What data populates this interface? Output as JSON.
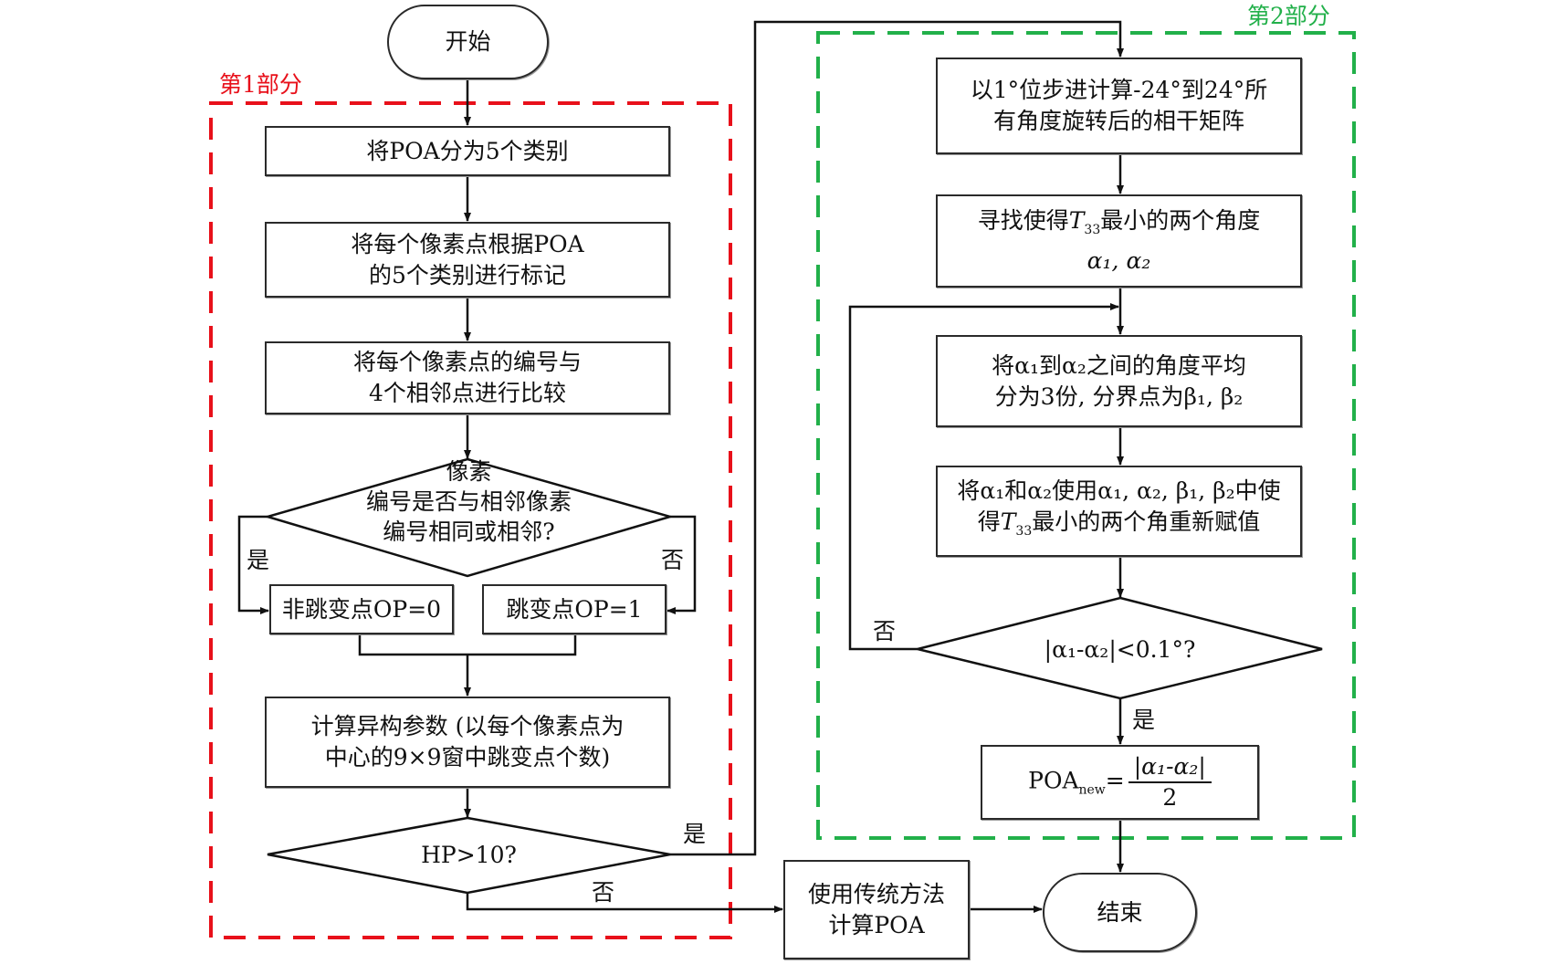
{
  "sections": {
    "part1_label": "第1部分",
    "part2_label": "第2部分",
    "part1_color": "#e8101a",
    "part2_color": "#22b04a"
  },
  "nodes": {
    "start": "开始",
    "end": "结束",
    "classify_poa": "将POA分为5个类别",
    "label_pixels_line1": "将每个像素点根据POA",
    "label_pixels_line2": "的5个类别进行标记",
    "compare_line1": "将每个像素点的编号与",
    "compare_line2": "4个相邻点进行比较",
    "decision1_line1": "像素",
    "decision1_line2": "编号是否与相邻像素",
    "decision1_line3": "编号相同或相邻?",
    "non_jump": "非跳变点OP=0",
    "jump": "跳变点OP=1",
    "hetero_line1": "计算异构参数 (以每个像素点为",
    "hetero_line2": "中心的9×9窗中跳变点个数)",
    "decision_hp": "HP>10?",
    "traditional_line1": "使用传统方法",
    "traditional_line2": "计算POA",
    "rotate_line1": "以1°位步进计算-24°到24°所",
    "rotate_line2": "有角度旋转后的相干矩阵",
    "find_line1_pre": "寻找使得",
    "find_T": "T",
    "find_T_sub": "33",
    "find_line1_post": "最小的两个角度",
    "find_line2": "α₁, α₂",
    "divide_line1": "将α₁到α₂之间的角度平均",
    "divide_line2": "分为3份, 分界点为β₁, β₂",
    "reassign_line1": "将α₁和α₂使用α₁, α₂, β₁, β₂中使",
    "reassign_line2_pre": "得",
    "reassign_T": "T",
    "reassign_T_sub": "33",
    "reassign_line2_post": "最小的两个角重新赋值",
    "decision_conv": "|α₁-α₂|<0.1°?",
    "poa_new_lhs": "POA",
    "poa_new_sub": "new",
    "poa_new_eq": "=",
    "poa_new_num": "|α₁-α₂|",
    "poa_new_den": "2"
  },
  "edge_labels": {
    "yes_left": "是",
    "no_right": "否",
    "hp_yes": "是",
    "hp_no": "否",
    "conv_no": "否",
    "conv_yes": "是"
  }
}
